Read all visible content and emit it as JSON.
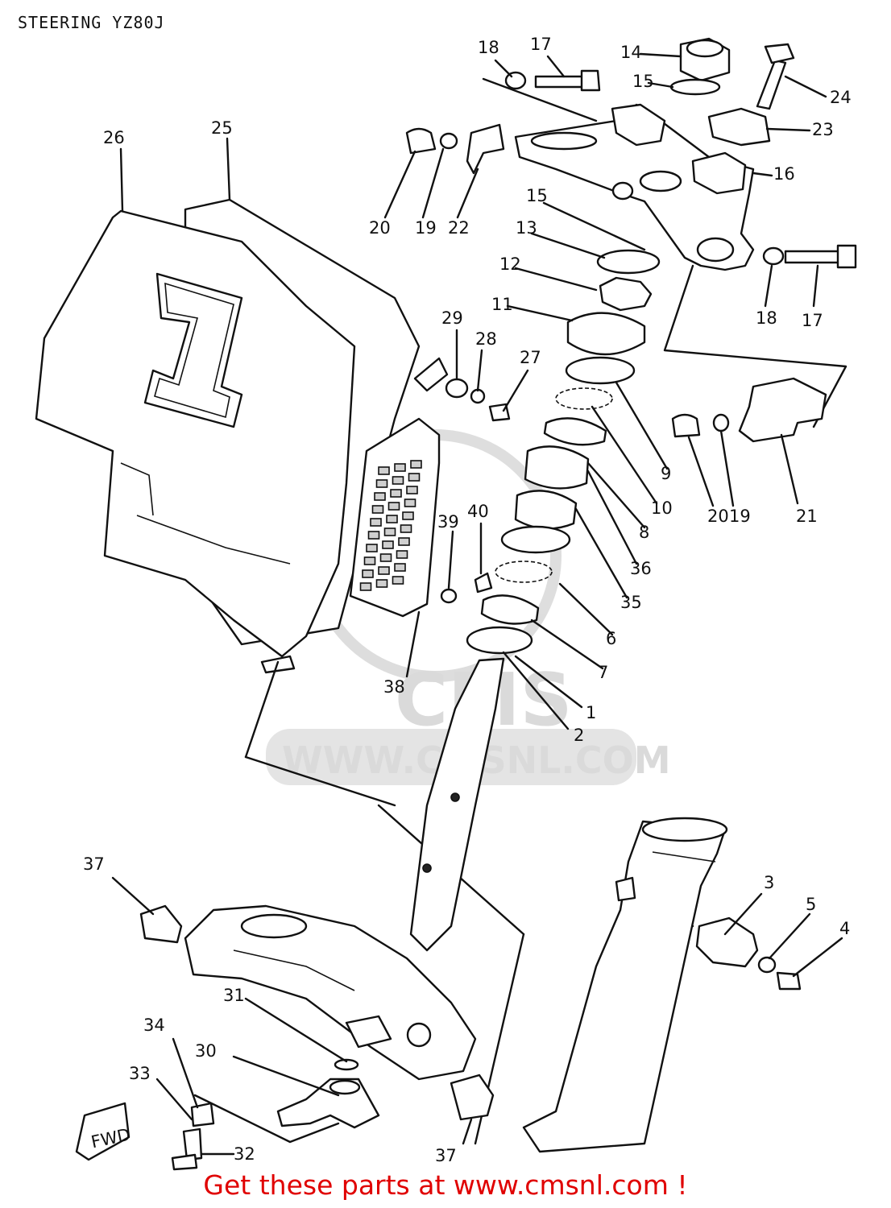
{
  "title": "STEERING  YZ80J",
  "watermark": {
    "brand": "CMS",
    "url": "WWW.CMSNL.COM"
  },
  "diagram": {
    "badge_number": "1",
    "fwd_label": "FWD",
    "callouts": [
      "1",
      "2",
      "3",
      "4",
      "5",
      "6",
      "7",
      "8",
      "9",
      "10",
      "11",
      "12",
      "13",
      "14",
      "15",
      "15",
      "16",
      "17",
      "17",
      "18",
      "18",
      "19",
      "19",
      "20",
      "20",
      "21",
      "22",
      "23",
      "24",
      "25",
      "26",
      "27",
      "28",
      "29",
      "30",
      "31",
      "32",
      "33",
      "34",
      "35",
      "36",
      "37",
      "37",
      "38",
      "39",
      "40"
    ]
  },
  "footer": {
    "text": "Get these parts at www.cmsnl.com !"
  },
  "colors": {
    "footer_text": "#e00000",
    "line": "#111111",
    "watermark": "#d6d6d6"
  }
}
